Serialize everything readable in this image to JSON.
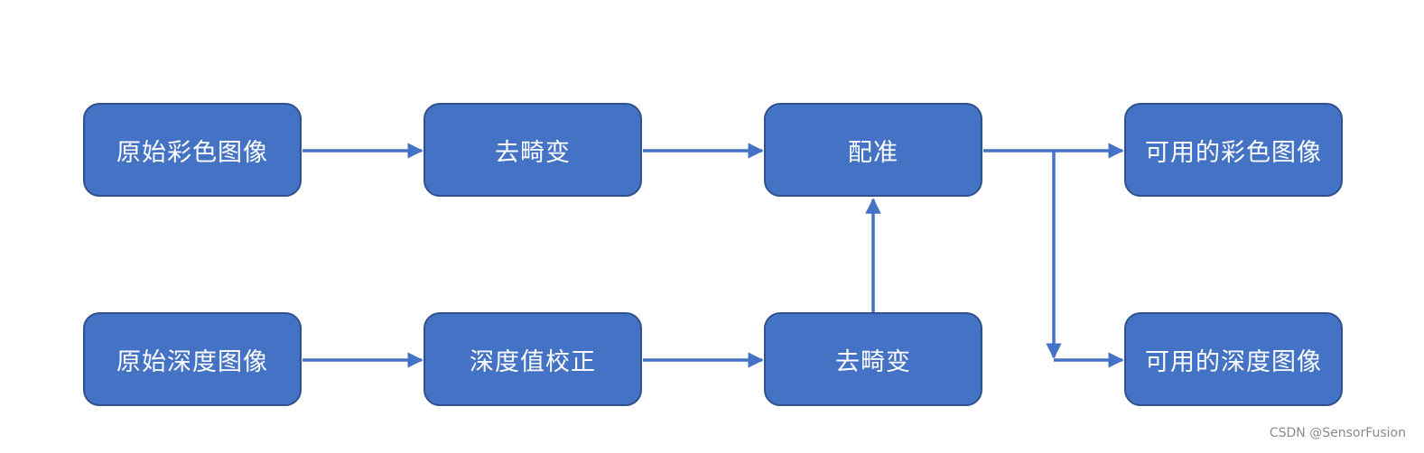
{
  "diagram": {
    "nodes": {
      "raw_color": "原始彩色图像",
      "undistort_color": "去畸变",
      "registration": "配准",
      "usable_color": "可用的彩色图像",
      "raw_depth": "原始深度图像",
      "depth_correction": "深度值校正",
      "undistort_depth": "去畸变",
      "usable_depth": "可用的深度图像"
    },
    "edges": [
      {
        "from": "raw_color",
        "to": "undistort_color"
      },
      {
        "from": "undistort_color",
        "to": "registration"
      },
      {
        "from": "registration",
        "to": "usable_color"
      },
      {
        "from": "registration",
        "to": "usable_depth"
      },
      {
        "from": "raw_depth",
        "to": "depth_correction"
      },
      {
        "from": "depth_correction",
        "to": "undistort_depth"
      },
      {
        "from": "undistort_depth",
        "to": "registration"
      }
    ]
  },
  "watermark": "CSDN @SensorFusion",
  "colors": {
    "node_fill": "#4472c4",
    "node_border": "#2f528f",
    "arrow": "#4472c4"
  }
}
